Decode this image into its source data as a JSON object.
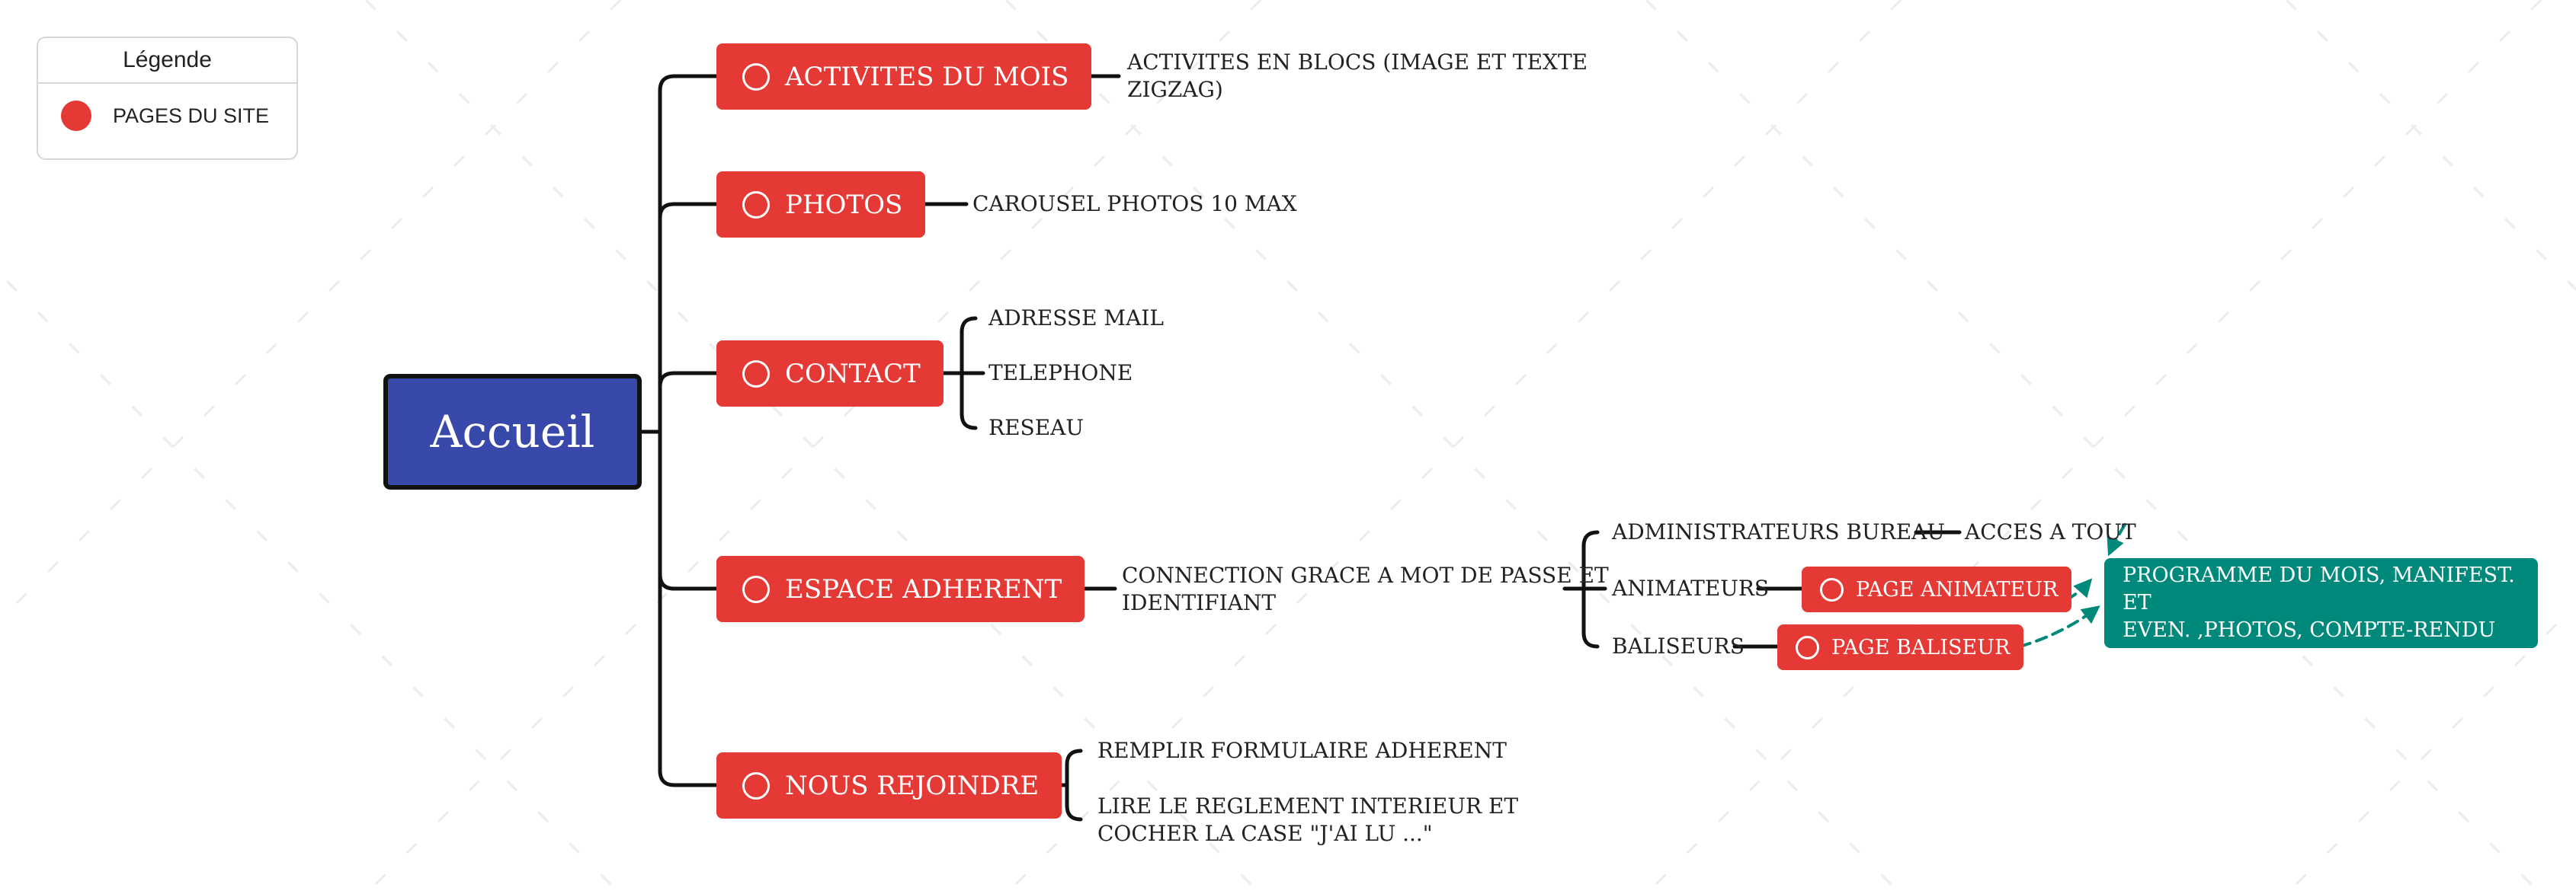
{
  "legend": {
    "title": "Légende",
    "items": [
      {
        "label": "PAGES DU SITE",
        "color": "#e53935"
      }
    ]
  },
  "central": {
    "label": "Accueil",
    "color": "#3949ab"
  },
  "pages": {
    "activites": {
      "label": "ACTIVITES DU MOIS"
    },
    "photos": {
      "label": "PHOTOS"
    },
    "contact": {
      "label": "CONTACT"
    },
    "espace": {
      "label": "ESPACE ADHERENT"
    },
    "rejoindre": {
      "label": "NOUS REJOINDRE"
    }
  },
  "details": {
    "activites": [
      "ACTIVITES EN BLOCS (IMAGE ET TEXTE",
      "ZIGZAG)"
    ],
    "photos": "CAROUSEL PHOTOS 10 MAX",
    "contact": [
      "ADRESSE MAIL",
      "TELEPHONE",
      "RESEAU"
    ],
    "espace": [
      "CONNECTION GRACE A MOT DE PASSE ET",
      "IDENTIFIANT"
    ],
    "rejoindre": {
      "form": "REMPLIR FORMULAIRE ADHERENT",
      "reglement": [
        "LIRE LE REGLEMENT INTERIEUR ET",
        "COCHER LA CASE \"J'AI LU ...\""
      ]
    }
  },
  "roles": {
    "admin": "ADMINISTRATEURS BUREAU",
    "admin_access": "ACCES A TOUT",
    "animateurs": "ANIMATEURS",
    "page_animateur": "PAGE ANIMATEUR",
    "baliseurs": "BALISEURS",
    "page_baliseur": "PAGE BALISEUR"
  },
  "summary": {
    "lines": [
      "PROGRAMME DU MOIS, MANIFEST. ET",
      "EVEN. ,PHOTOS, COMPTE-RENDU"
    ],
    "color": "#00897b"
  },
  "colors": {
    "page": "#e53935",
    "line": "#111111",
    "relation": "#00897b",
    "accent": "#3949ab"
  }
}
